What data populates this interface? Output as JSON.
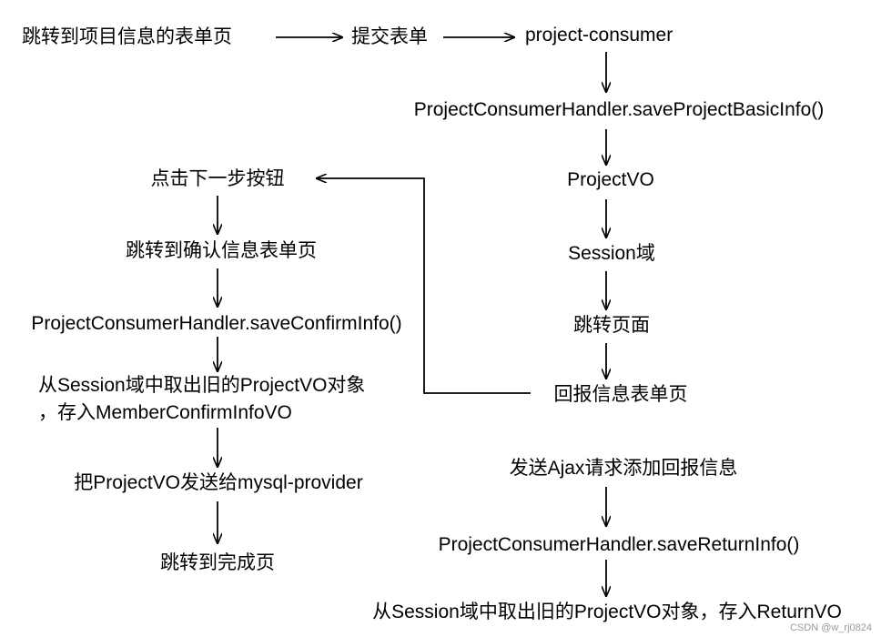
{
  "right_column": {
    "start": "跳转到项目信息的表单页",
    "submit": "提交表单",
    "consumer": "project-consumer",
    "save_basic": "ProjectConsumerHandler.saveProjectBasicInfo()",
    "project_vo": "ProjectVO",
    "session": "Session域",
    "jump_page": "跳转页面",
    "return_form": "回报信息表单页",
    "ajax": "发送Ajax请求添加回报信息",
    "save_return": "ProjectConsumerHandler.saveReturnInfo()",
    "store_return": "从Session域中取出旧的ProjectVO对象，存入ReturnVO"
  },
  "left_column": {
    "next_step": "点击下一步按钮",
    "confirm_form": "跳转到确认信息表单页",
    "save_confirm": "ProjectConsumerHandler.saveConfirmInfo()",
    "take_from_session_line1": "从Session域中取出旧的ProjectVO对象",
    "take_from_session_line2": "，存入MemberConfirmInfoVO",
    "send_provider": "把ProjectVO发送给mysql-provider",
    "complete": "跳转到完成页"
  },
  "watermark": "CSDN @w_rj0824",
  "colors": {
    "line": "#000000",
    "text": "#000000",
    "background": "#ffffff"
  }
}
